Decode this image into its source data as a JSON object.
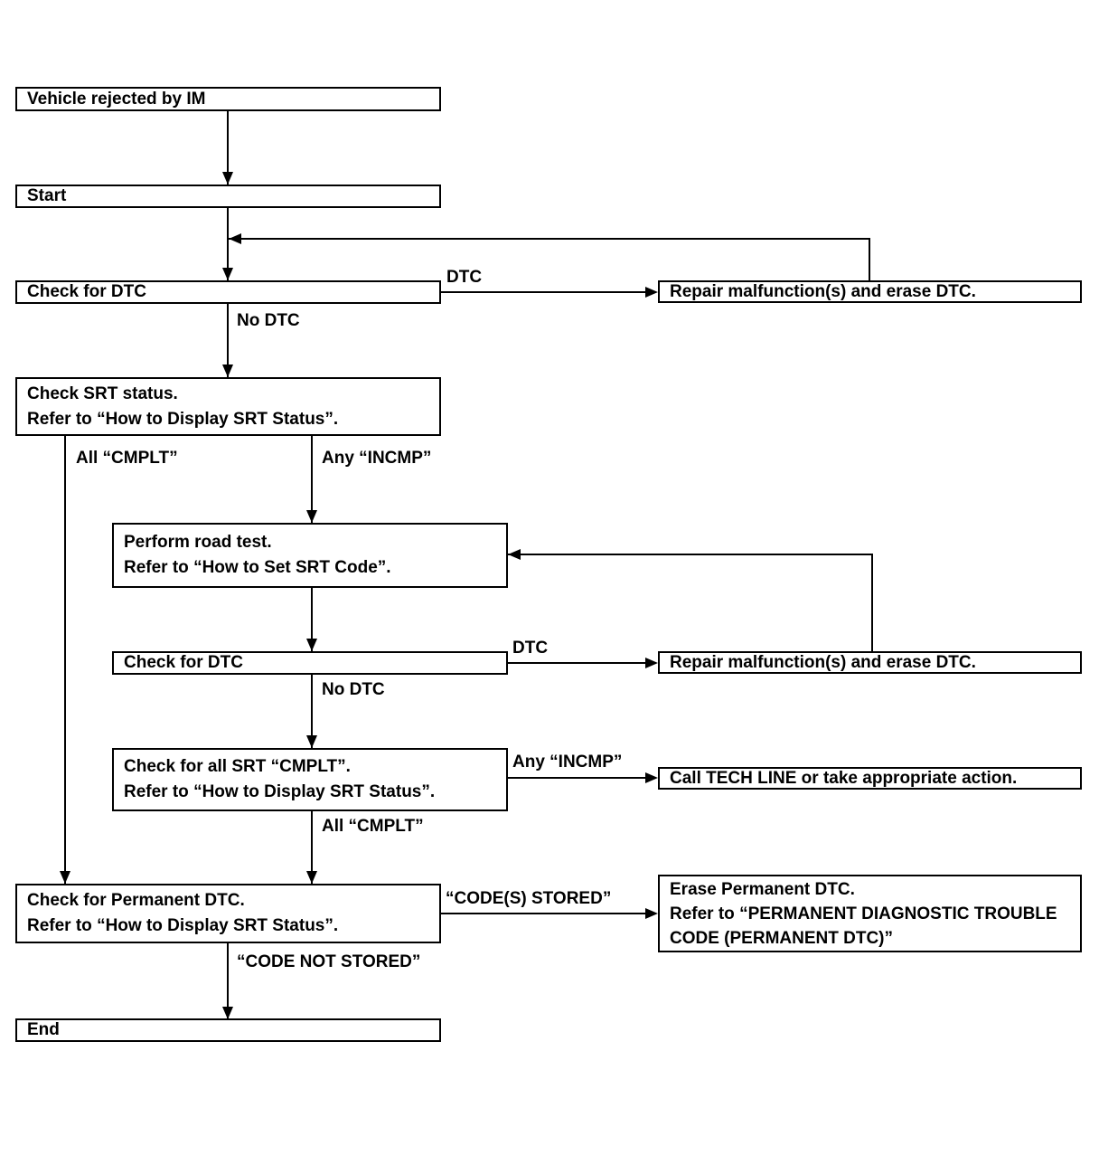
{
  "diagram": {
    "type": "flowchart",
    "colors": {
      "line": "#000000",
      "background": "#ffffff",
      "text": "#000000"
    },
    "nodes": {
      "vehicle_rejected": {
        "line1": "Vehicle rejected by IM"
      },
      "start": {
        "line1": "Start"
      },
      "check_dtc_1": {
        "line1": "Check for DTC"
      },
      "repair_1": {
        "line1": "Repair malfunction(s) and erase DTC."
      },
      "check_srt": {
        "line1": "Check SRT status.",
        "line2": "Refer to “How to Display SRT Status”."
      },
      "road_test": {
        "line1": "Perform road test.",
        "line2": "Refer to “How to Set SRT Code”."
      },
      "check_dtc_2": {
        "line1": "Check for DTC"
      },
      "repair_2": {
        "line1": "Repair malfunction(s) and erase DTC."
      },
      "check_all_srt": {
        "line1": "Check for all SRT “CMPLT”.",
        "line2": "Refer to “How to Display SRT Status”."
      },
      "call_tech": {
        "line1": "Call TECH LINE or take appropriate action."
      },
      "check_permanent": {
        "line1": "Check for Permanent DTC.",
        "line2": "Refer to “How to Display SRT Status”."
      },
      "erase_permanent": {
        "line1": "Erase Permanent DTC.",
        "line2": "Refer to “PERMANENT DIAGNOSTIC TROUBLE",
        "line3": "CODE (PERMANENT DTC)”"
      },
      "end": {
        "line1": "End"
      }
    },
    "labels": {
      "dtc_top": "DTC",
      "no_dtc_top": "No DTC",
      "all_cmplt_left": "All “CMPLT”",
      "any_incmp_mid": "Any “INCMP”",
      "dtc_mid": "DTC",
      "no_dtc_mid": "No DTC",
      "any_incmp_low": "Any “INCMP”",
      "all_cmplt_low": "All “CMPLT”",
      "codes_stored": "“CODE(S) STORED”",
      "code_not_stored": "“CODE NOT STORED”"
    }
  }
}
